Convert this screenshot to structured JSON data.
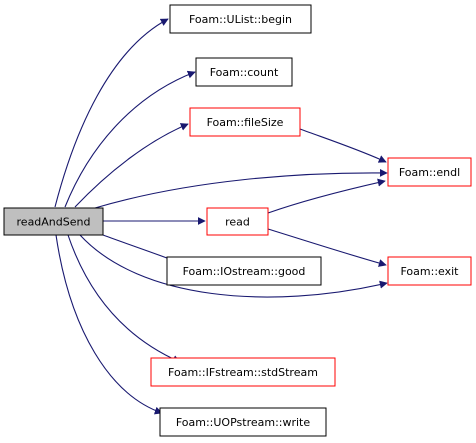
{
  "graph": {
    "colors": {
      "edge": "#191970",
      "border_default": "#000000",
      "border_highlight": "#ff0000",
      "root_fill": "#bfbfbf",
      "node_fill": "#ffffff"
    },
    "nodes": {
      "root": {
        "label": "readAndSend"
      },
      "ulist_begin": {
        "label": "Foam::UList::begin"
      },
      "count": {
        "label": "Foam::count"
      },
      "filesize": {
        "label": "Foam::fileSize"
      },
      "endl": {
        "label": "Foam::endl"
      },
      "read": {
        "label": "read"
      },
      "iostream_good": {
        "label": "Foam::IOstream::good"
      },
      "exit": {
        "label": "Foam::exit"
      },
      "ifstream_stdstream": {
        "label": "Foam::IFstream::stdStream"
      },
      "uopstream_write": {
        "label": "Foam::UOPstream::write"
      }
    }
  }
}
